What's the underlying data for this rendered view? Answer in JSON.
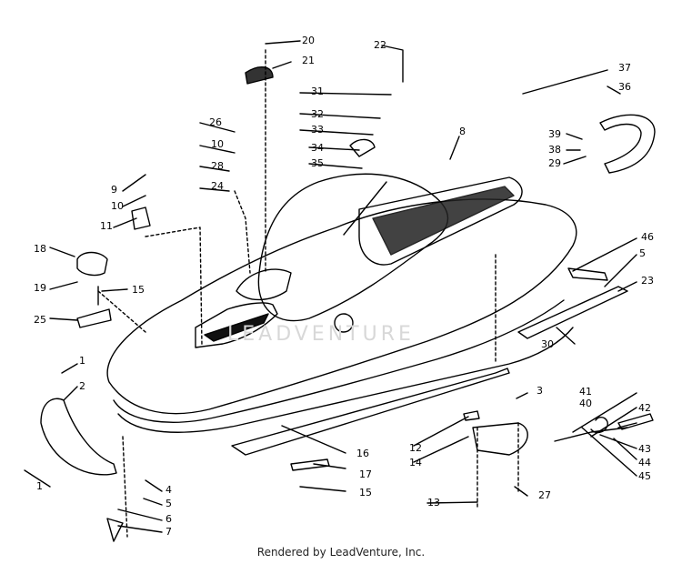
{
  "footer": "Rendered by LeadVenture, Inc.",
  "watermark": "LEADVENTURE",
  "callouts": [
    "1",
    "1",
    "2",
    "3",
    "4",
    "5",
    "5",
    "6",
    "7",
    "8",
    "9",
    "10",
    "10",
    "11",
    "12",
    "13",
    "14",
    "15",
    "15",
    "16",
    "17",
    "18",
    "19",
    "20",
    "21",
    "22",
    "23",
    "24",
    "25",
    "26",
    "27",
    "28",
    "29",
    "30",
    "31",
    "32",
    "33",
    "34",
    "35",
    "36",
    "37",
    "38",
    "39",
    "40",
    "41",
    "42",
    "43",
    "44",
    "45",
    "46"
  ]
}
